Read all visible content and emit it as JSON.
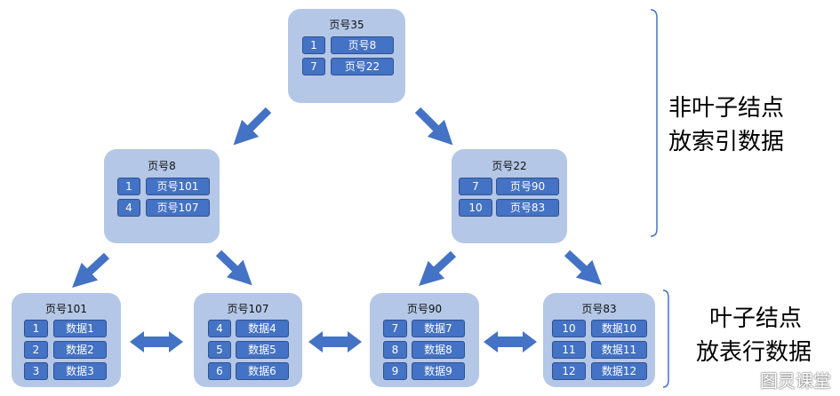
{
  "colors": {
    "page_bg": "#b4c7e7",
    "cell_bg": "#4472c4",
    "cell_border": "#2f528f",
    "arrow": "#4472c4",
    "bracket": "#4472c4"
  },
  "nodes": {
    "root": {
      "title": "页号35",
      "rows": [
        {
          "key": "1",
          "ptr": "页号8"
        },
        {
          "key": "7",
          "ptr": "页号22"
        }
      ]
    },
    "p8": {
      "title": "页号8",
      "rows": [
        {
          "key": "1",
          "ptr": "页号101"
        },
        {
          "key": "4",
          "ptr": "页号107"
        }
      ]
    },
    "p22": {
      "title": "页号22",
      "rows": [
        {
          "key": "7",
          "ptr": "页号90"
        },
        {
          "key": "10",
          "ptr": "页号83"
        }
      ]
    },
    "p101": {
      "title": "页号101",
      "rows": [
        {
          "key": "1",
          "ptr": "数据1"
        },
        {
          "key": "2",
          "ptr": "数据2"
        },
        {
          "key": "3",
          "ptr": "数据3"
        }
      ]
    },
    "p107": {
      "title": "页号107",
      "rows": [
        {
          "key": "4",
          "ptr": "数据4"
        },
        {
          "key": "5",
          "ptr": "数据5"
        },
        {
          "key": "6",
          "ptr": "数据6"
        }
      ]
    },
    "p90": {
      "title": "页号90",
      "rows": [
        {
          "key": "7",
          "ptr": "数据7"
        },
        {
          "key": "8",
          "ptr": "数据8"
        },
        {
          "key": "9",
          "ptr": "数据9"
        }
      ]
    },
    "p83": {
      "title": "页号83",
      "rows": [
        {
          "key": "10",
          "ptr": "数据10"
        },
        {
          "key": "11",
          "ptr": "数据11"
        },
        {
          "key": "12",
          "ptr": "数据12"
        }
      ]
    }
  },
  "labels": {
    "nonleaf_line1": "非叶子结点",
    "nonleaf_line2": "放索引数据",
    "leaf_line1": "叶子结点",
    "leaf_line2": "放表行数据"
  },
  "watermark": "图灵课堂"
}
